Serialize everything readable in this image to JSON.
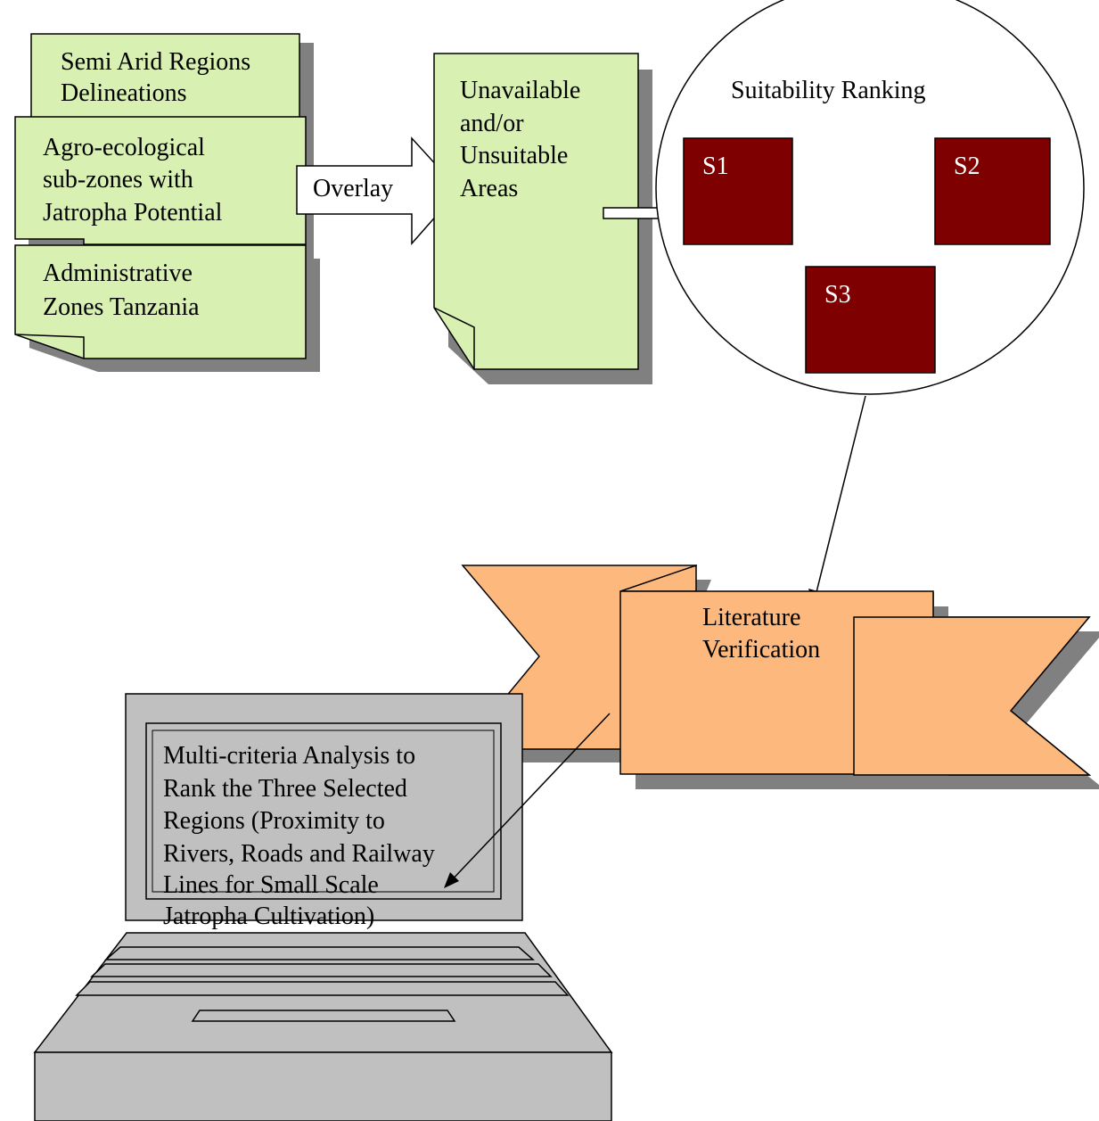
{
  "colors": {
    "doc_fill": "#d9f0b3",
    "shadow": "#808080",
    "rank_box": "#7f0000",
    "banner_fill": "#fdb97d",
    "laptop_body": "#c0c0c0",
    "stroke": "#000000"
  },
  "inputs": {
    "doc1": [
      "Semi Arid Regions",
      "Delineations"
    ],
    "doc2": [
      "Agro-ecological",
      "sub-zones with",
      "Jatropha Potential"
    ],
    "doc3": [
      "Administrative",
      "Zones Tanzania"
    ]
  },
  "overlay_label": "Overlay",
  "output_doc": [
    "Unavailable",
    "and/or",
    "Unsuitable",
    "Areas"
  ],
  "ranking": {
    "title": "Suitability Ranking",
    "boxes": [
      "S1",
      "S2",
      "S3"
    ]
  },
  "literature": [
    "Literature",
    "Verification"
  ],
  "analysis": [
    "Multi-criteria Analysis to",
    "Rank the Three Selected",
    "Regions (Proximity to",
    "Rivers, Roads and Railway",
    "Lines for Small Scale",
    "Jatropha Cultivation)"
  ],
  "icons": [
    "document-stack-icon",
    "block-arrow-icon",
    "document-icon",
    "circle-icon",
    "banner-icon",
    "laptop-icon"
  ]
}
